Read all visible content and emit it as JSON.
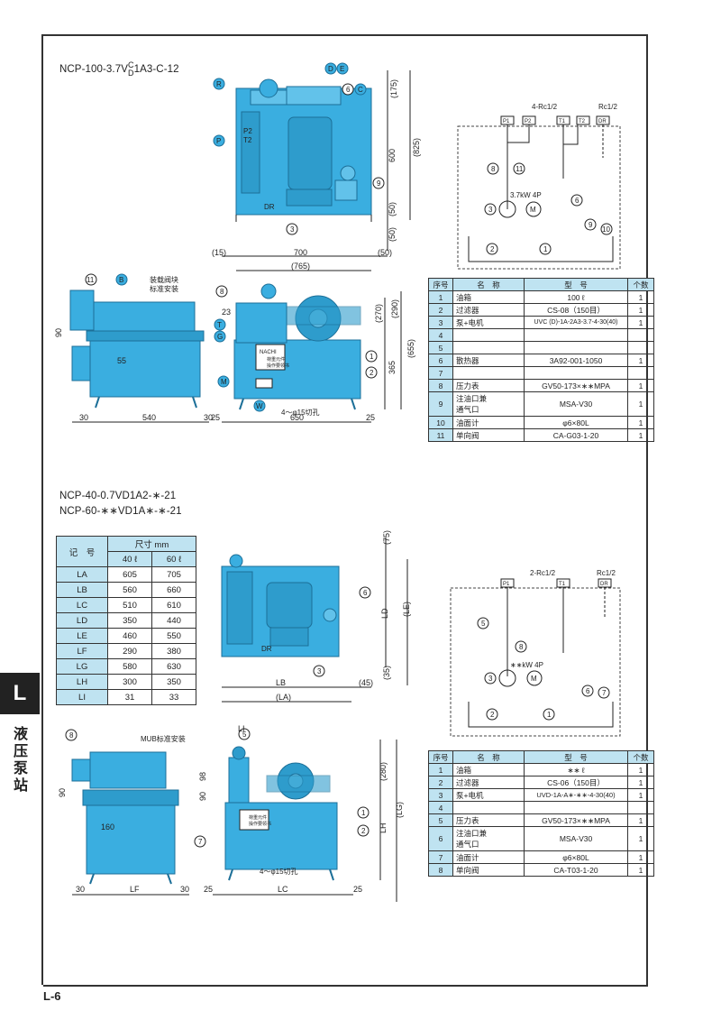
{
  "page": {
    "tab": "L",
    "side_title": "液压泵站",
    "page_number": "L-6"
  },
  "model1": {
    "prefix": "NCP-100-3.7V",
    "sup": "C",
    "sub": "D",
    "suffix": "1A3-C-12"
  },
  "model2_line1": "NCP-40-0.7VD1A2-∗-21",
  "model2_line2": "NCP-60-∗∗VD1A∗-∗-21",
  "drawing1": {
    "dims": {
      "d175": "(175)",
      "d825": "(825)",
      "d600": "600",
      "d50a": "(50)",
      "d50b": "(50)",
      "d15": "(15)",
      "d700": "700",
      "d50c": "(50)",
      "d765": "(765)"
    },
    "labels": {
      "R": "R",
      "D": "D",
      "E": "E",
      "P": "P",
      "c6": "6",
      "C": "C",
      "c9": "9",
      "c3": "3",
      "p2": "P2",
      "t2": "T2",
      "dr": "DR"
    }
  },
  "drawing2": {
    "note": "装载阀块\n标准安装",
    "note1": "装载阀块",
    "note2": "标准安装",
    "dims": {
      "d90": "90",
      "d55": "55",
      "d30a": "30",
      "d540": "540",
      "d30b": "30",
      "d25a": "25",
      "d650": "650",
      "d25b": "25",
      "d23": "23",
      "d270": "(270)",
      "d290": "(290)",
      "d655": "(655)",
      "d365": "365",
      "holes": "4～φ15切孔"
    },
    "labels": {
      "c11": "11",
      "B": "B",
      "c8": "8",
      "T": "T",
      "G": "G",
      "M": "M",
      "W": "W",
      "c1": "1",
      "c2": "2",
      "brand": "NACHI",
      "plate1": "荷重元件",
      "plate2": "操作要领书"
    }
  },
  "circuit1": {
    "ports_title": "4-Rc1/2",
    "rc": "Rc1/2",
    "ports": [
      "P1",
      "P2",
      "T1",
      "T2",
      "DR"
    ],
    "motor": "3.7kW 4P",
    "nums": [
      "8",
      "11",
      "3",
      "6",
      "9",
      "10",
      "2",
      "1"
    ],
    "m": "M"
  },
  "table1": {
    "headers": [
      "序号",
      "名　称",
      "型　号",
      "个数"
    ],
    "rows": [
      [
        "1",
        "油箱",
        "100 ℓ",
        "1"
      ],
      [
        "2",
        "过滤器",
        "CS-08（150目）",
        "1"
      ],
      [
        "3",
        "泵+电机",
        "UVC (D)-1A-2A3-3.7-4-30(40)",
        "1"
      ],
      [
        "4",
        "",
        "",
        ""
      ],
      [
        "5",
        "",
        "",
        ""
      ],
      [
        "6",
        "散热器",
        "3A92-001-1050",
        "1"
      ],
      [
        "7",
        "",
        "",
        ""
      ],
      [
        "8",
        "压力表",
        "GV50-173×∗∗MPA",
        "1"
      ],
      [
        "9",
        "注油口兼\n通气口",
        "MSA-V30",
        "1"
      ],
      [
        "10",
        "油面计",
        "φ6×80L",
        "1"
      ],
      [
        "11",
        "单向阀",
        "CA-G03-1-20",
        "1"
      ]
    ]
  },
  "dims_table": {
    "header_code": "记　号",
    "header_size": "尺寸 mm",
    "col40": "40 ℓ",
    "col60": "60 ℓ",
    "rows": [
      [
        "LA",
        "605",
        "705"
      ],
      [
        "LB",
        "560",
        "660"
      ],
      [
        "LC",
        "510",
        "610"
      ],
      [
        "LD",
        "350",
        "440"
      ],
      [
        "LE",
        "460",
        "550"
      ],
      [
        "LF",
        "290",
        "380"
      ],
      [
        "LG",
        "580",
        "630"
      ],
      [
        "LH",
        "300",
        "350"
      ],
      [
        "LI",
        "31",
        "33"
      ]
    ]
  },
  "drawing3": {
    "dims": {
      "d75": "(75)",
      "LD": "LD",
      "LE": "(LE)",
      "d35": "(35)",
      "LB": "LB",
      "d45": "(45)",
      "LA": "(LA)"
    },
    "labels": {
      "c6": "6",
      "c3": "3",
      "dr": "DR"
    }
  },
  "drawing4": {
    "note": "MUB标准安装",
    "dims": {
      "LI": "LI",
      "d90a": "90",
      "d160": "160",
      "d30a": "30",
      "LF": "LF",
      "d30b": "30",
      "d98": "98",
      "d90b": "90",
      "d25a": "25",
      "LC": "LC",
      "d25b": "25",
      "d280": "(280)",
      "LH": "LH",
      "LG": "(LG)",
      "holes": "4～φ15切孔"
    },
    "labels": {
      "c8": "8",
      "c5": "5",
      "c7": "7",
      "c1": "1",
      "c2": "2",
      "plate1": "荷重元件",
      "plate2": "操作要领书"
    }
  },
  "circuit2": {
    "ports_title": "2-Rc1/2",
    "rc": "Rc1/2",
    "ports": [
      "P1",
      "T1",
      "DR"
    ],
    "motor": "∗∗kW 4P",
    "nums": [
      "5",
      "8",
      "3",
      "6",
      "7",
      "2",
      "1"
    ],
    "m": "M"
  },
  "table2": {
    "headers": [
      "序号",
      "名　称",
      "型　号",
      "个数"
    ],
    "rows": [
      [
        "1",
        "油箱",
        "∗∗ ℓ",
        "1"
      ],
      [
        "2",
        "过滤器",
        "CS-06（150目）",
        "1"
      ],
      [
        "3",
        "泵+电机",
        "UVD-1A-A∗-∗∗-4-30(40)",
        "1"
      ],
      [
        "4",
        "",
        "",
        ""
      ],
      [
        "5",
        "压力表",
        "GV50-173×∗∗MPA",
        "1"
      ],
      [
        "6",
        "注油口兼\n通气口",
        "MSA-V30",
        "1"
      ],
      [
        "7",
        "油面计",
        "φ6×80L",
        "1"
      ],
      [
        "8",
        "单向阀",
        "CA-T03-1-20",
        "1"
      ]
    ]
  },
  "colors": {
    "tank": "#3aaee0",
    "tank_dark": "#1f86b8",
    "line": "#222222",
    "table_head": "#bfe3f1"
  }
}
